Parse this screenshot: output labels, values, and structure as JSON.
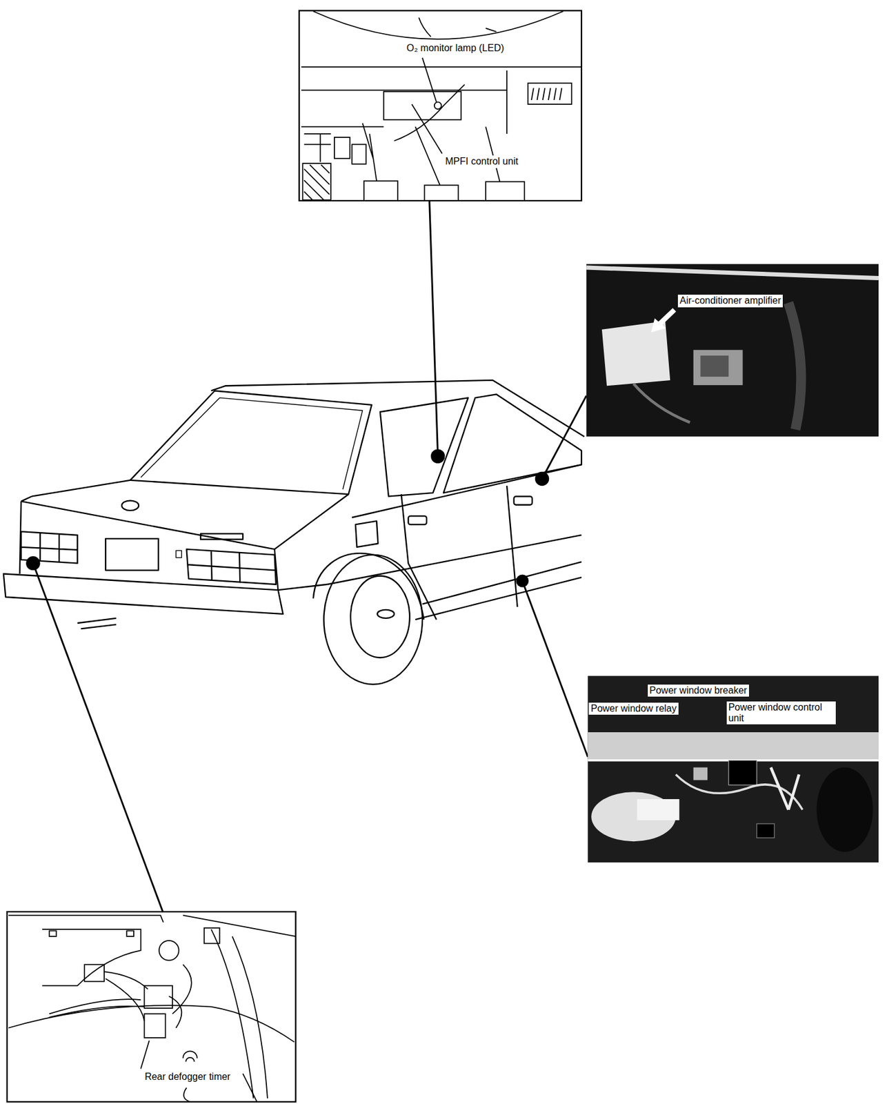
{
  "diagram": {
    "nodes": [
      {
        "text": [
          "O₂ monitor lamp (LED)",
          "MPFI control unit"
        ]
      },
      {
        "text": [
          "Air-conditioner amplifier"
        ]
      },
      {
        "text": [
          "Power window breaker",
          "Power window relay",
          "Power window control unit"
        ]
      },
      {
        "text": [
          "Rear defogger timer"
        ]
      }
    ]
  }
}
